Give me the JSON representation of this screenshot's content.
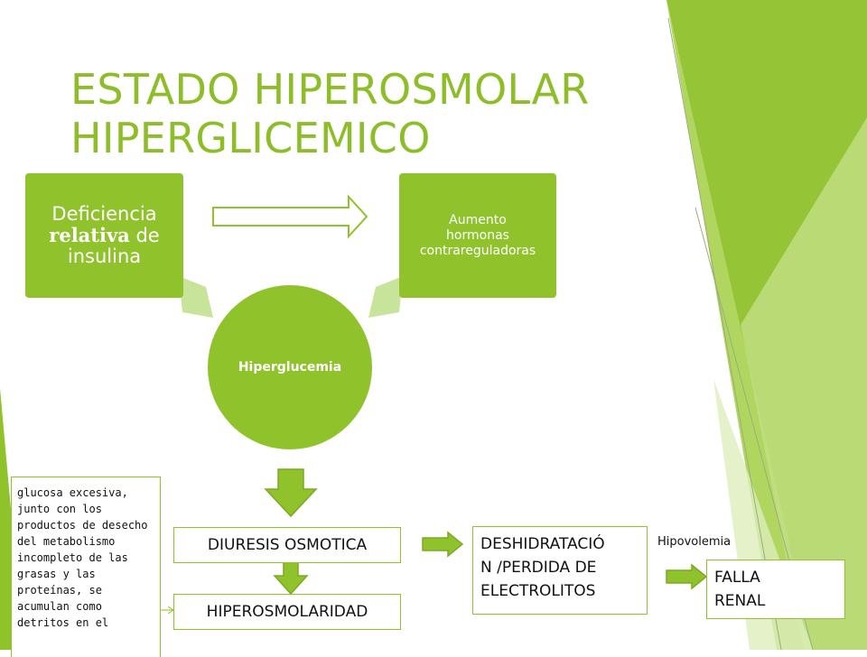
{
  "slide": {
    "title_line1": "ESTADO HIPEROSMOLAR",
    "title_line2": "HIPERGLICEMICO"
  },
  "cycle": {
    "left_box": {
      "line1": "Deficiencia",
      "bold": "relativa",
      "after_bold": " de",
      "line3": "insulina"
    },
    "right_box": {
      "line1": "Aumento",
      "line2": "hormonas",
      "line3": "contrareguladoras"
    },
    "center": "Hiperglucemia"
  },
  "flow": {
    "diuresis": "DIURESIS OSMOTICA",
    "hiperosmolaridad": "HIPEROSMOLARIDAD",
    "deshidratacion_line1": "DESHIDRATACIÓ",
    "deshidratacion_line2": "N /PERDIDA DE",
    "deshidratacion_line3": "ELECTROLITOS",
    "hipovolemia": "Hipovolemia",
    "falla_line1": "FALLA",
    "falla_line2": "RENAL"
  },
  "note_text": "glucosa excesiva, junto con los productos de desecho del metabolismo incompleto de las grasas y las proteínas, se acumulan como detritos en el",
  "colors": {
    "primary_green": "#8FC22B",
    "light_green": "#C8E39A",
    "title_green": "#8DBE2A"
  }
}
